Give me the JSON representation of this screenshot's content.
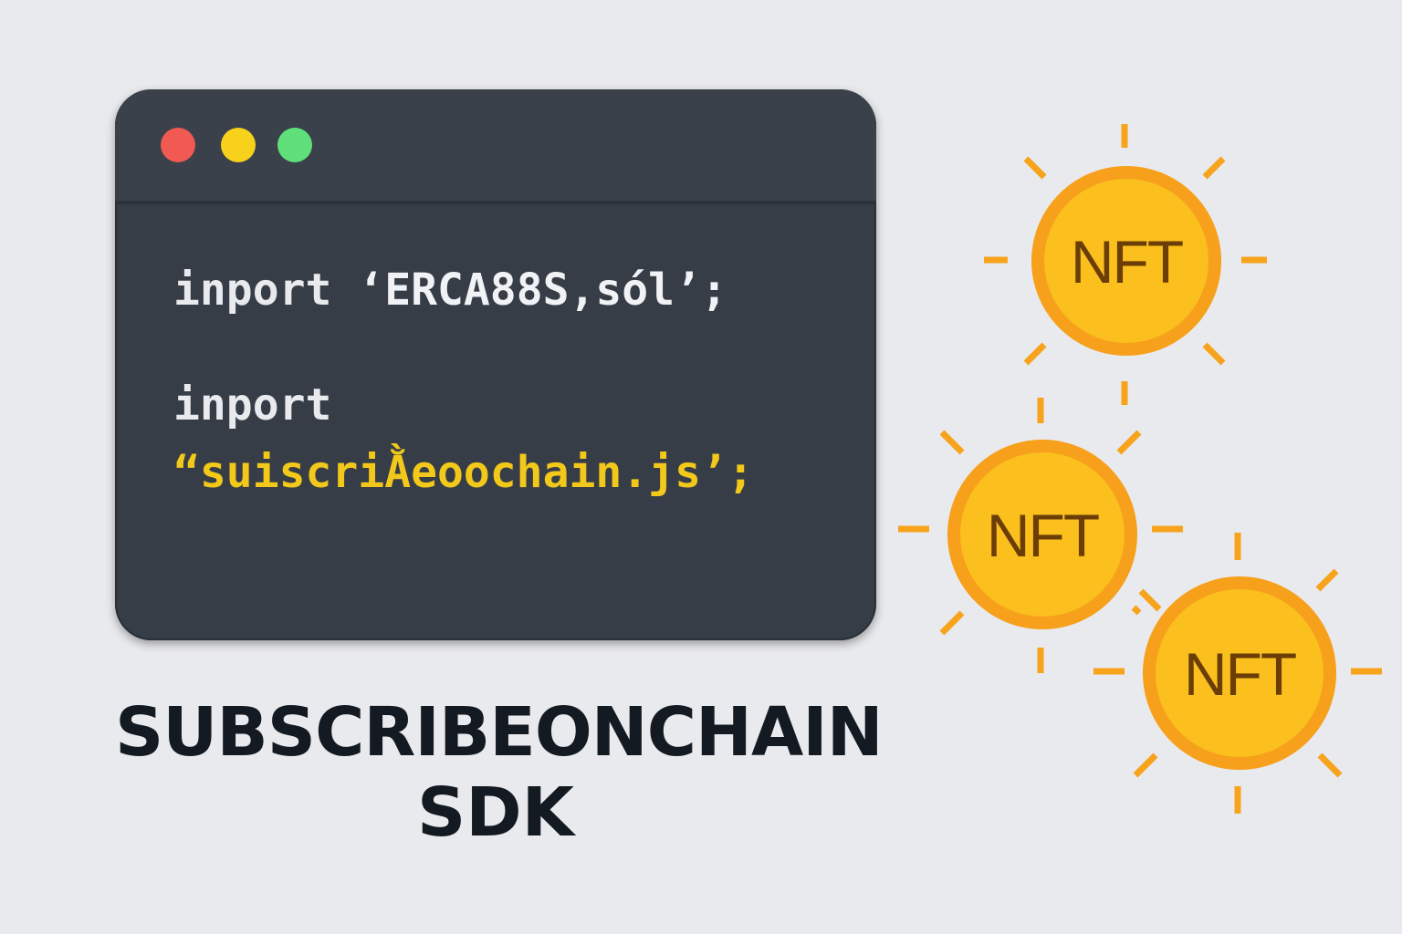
{
  "code_window": {
    "line1_keyword": "inport",
    "line1_string": "‘ERCA88S,sól’;",
    "line2_keyword": "inport",
    "line3_string": "“suiscriẰeoochain.js’;"
  },
  "caption": {
    "line1": "SUBSCRIBEONCHAIN",
    "line2": "SDK"
  },
  "coins": [
    {
      "label": "NFT"
    },
    {
      "label": "NFT"
    },
    {
      "label": "NFT"
    }
  ],
  "colors": {
    "background": "#e9eaed",
    "window": "#363d46",
    "code_string_yellow": "#f2c81a",
    "coin_fill": "#fbbf1e",
    "coin_rim": "#f7a01c",
    "ray": "#f7a31c"
  },
  "icons": [
    "close-dot-icon",
    "minimize-dot-icon",
    "maximize-dot-icon",
    "nft-coin-icon"
  ]
}
